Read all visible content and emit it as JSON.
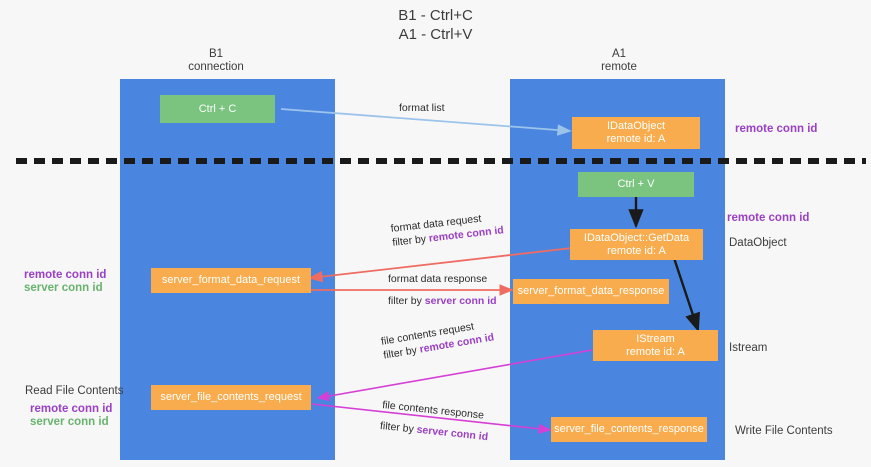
{
  "title": {
    "line1": "B1 - Ctrl+C",
    "line2": "A1 - Ctrl+V"
  },
  "columns": [
    {
      "name": "B1",
      "sub": "connection"
    },
    {
      "name": "A1",
      "sub": "remote"
    }
  ],
  "colors": {
    "lane": "#4a86e0",
    "box_orange": "#f9ac4d",
    "box_green": "#7ac47f",
    "purple": "#9b3fc4",
    "green_text": "#69b36e",
    "arrow_blue": "#9cc3ea",
    "arrow_red": "#ef6c62",
    "arrow_magenta": "#d63fd6",
    "arrow_black": "#1a1a1a",
    "background": "#f7f7f7"
  },
  "nodes": {
    "ctrl_c": "Ctrl + C",
    "ctrl_v": "Ctrl + V",
    "idataobject": {
      "l1": "IDataObject",
      "l2": "remote id: A"
    },
    "getdata": {
      "l1": "IDataObject::GetData",
      "l2": "remote id: A"
    },
    "istream": {
      "l1": "IStream",
      "l2": "remote id: A"
    },
    "server_format_data_request": "server_format_data_request",
    "server_format_data_response": "server_format_data_response",
    "server_file_contents_request": "server_file_contents_request",
    "server_file_contents_response": "server_file_contents_response"
  },
  "flows": {
    "format_list": "format list",
    "format_data_request": {
      "l1": "format data request",
      "pre": "filter by ",
      "key": "remote conn id"
    },
    "format_data_response": {
      "l1": "format data response",
      "pre": "filter by ",
      "key": "server conn id"
    },
    "file_contents_request": {
      "l1": "file contents request",
      "pre": "filter by ",
      "key": "remote conn id"
    },
    "file_contents_response": {
      "l1": "file contents response",
      "pre": "filter by ",
      "key": "server conn id"
    }
  },
  "right_labels": {
    "remote_conn_id_top": "remote conn id",
    "remote_conn_id_mid": "remote conn id",
    "dataobject": "DataObject",
    "istream": "Istream",
    "write_file_contents": "Write File Contents"
  },
  "left_labels": {
    "remote_conn_id_1": "remote conn id",
    "server_conn_id_1": "server conn id",
    "read_file_contents": "Read File Contents",
    "remote_conn_id_2": "remote conn id",
    "server_conn_id_2": "server conn id"
  }
}
